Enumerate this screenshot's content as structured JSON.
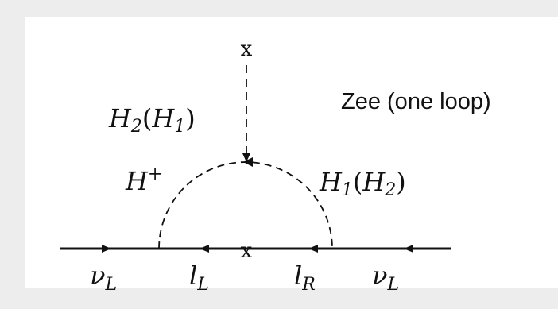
{
  "caption": "Zee (one loop)",
  "vertex_mark": "x",
  "labels": {
    "scalar_top": {
      "base": "H",
      "sub": "2",
      "paren_base": "H",
      "paren_sub": "1"
    },
    "charged_scalar": {
      "base": "H",
      "sup": "+"
    },
    "scalar_right": {
      "base": "H",
      "sub": "1",
      "paren_base": "H",
      "paren_sub": "2"
    }
  },
  "fermions": [
    {
      "base": "ν",
      "sub": "L"
    },
    {
      "base": "l",
      "sub": "L"
    },
    {
      "base": "l",
      "sub": "R"
    },
    {
      "base": "ν",
      "sub": "L"
    }
  ],
  "colors": {
    "line": "#111111",
    "page": "#ededed",
    "panel": "#ffffff"
  }
}
